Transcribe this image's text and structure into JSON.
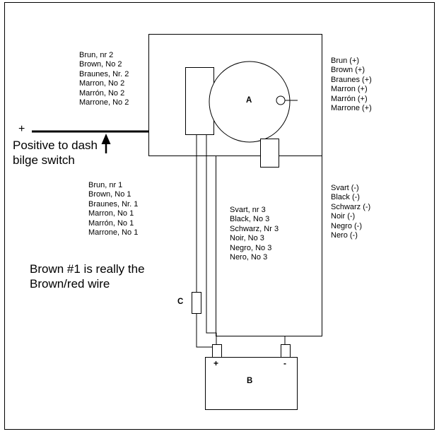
{
  "page": {
    "background": "#ffffff",
    "line_color": "#000000"
  },
  "annotations": {
    "wire2_label": {
      "lines": [
        "Brun, nr 2",
        "Brown, No 2",
        "Braunes, Nr. 2",
        "Marron, No 2",
        "Marrón, No 2",
        "Marrone, No 2"
      ]
    },
    "positive_terminal_label": {
      "lines": [
        "Brun (+)",
        "Brown (+)",
        "Braunes (+)",
        "Marron (+)",
        "Marrón (+)",
        "Marrone (+)"
      ]
    },
    "wire1_label": {
      "lines": [
        "Brun, nr 1",
        "Brown, No 1",
        "Braunes, Nr. 1",
        "Marron, No 1",
        "Marrón, No 1",
        "Marrone, No 1"
      ]
    },
    "negative_terminal_label": {
      "lines": [
        "Svart (-)",
        "Black (-)",
        "Schwarz (-)",
        "Noir (-)",
        "Negro (-)",
        "Nero (-)"
      ]
    },
    "wire3_label": {
      "lines": [
        "Svart, nr 3",
        "Black, No 3",
        "Schwarz, Nr 3",
        "Noir, No 3",
        "Negro, No 3",
        "Nero, No 3"
      ]
    },
    "positive_note": {
      "lines": [
        "Positive to dash",
        "bilge switch"
      ]
    },
    "brown_wire_note": {
      "lines": [
        "Brown #1 is really the",
        "Brown/red wire"
      ]
    },
    "plus_sign": "+"
  },
  "components": {
    "motor": "A",
    "battery": "B",
    "fuse": "C",
    "battery_positive": "+",
    "battery_negative": "-"
  }
}
